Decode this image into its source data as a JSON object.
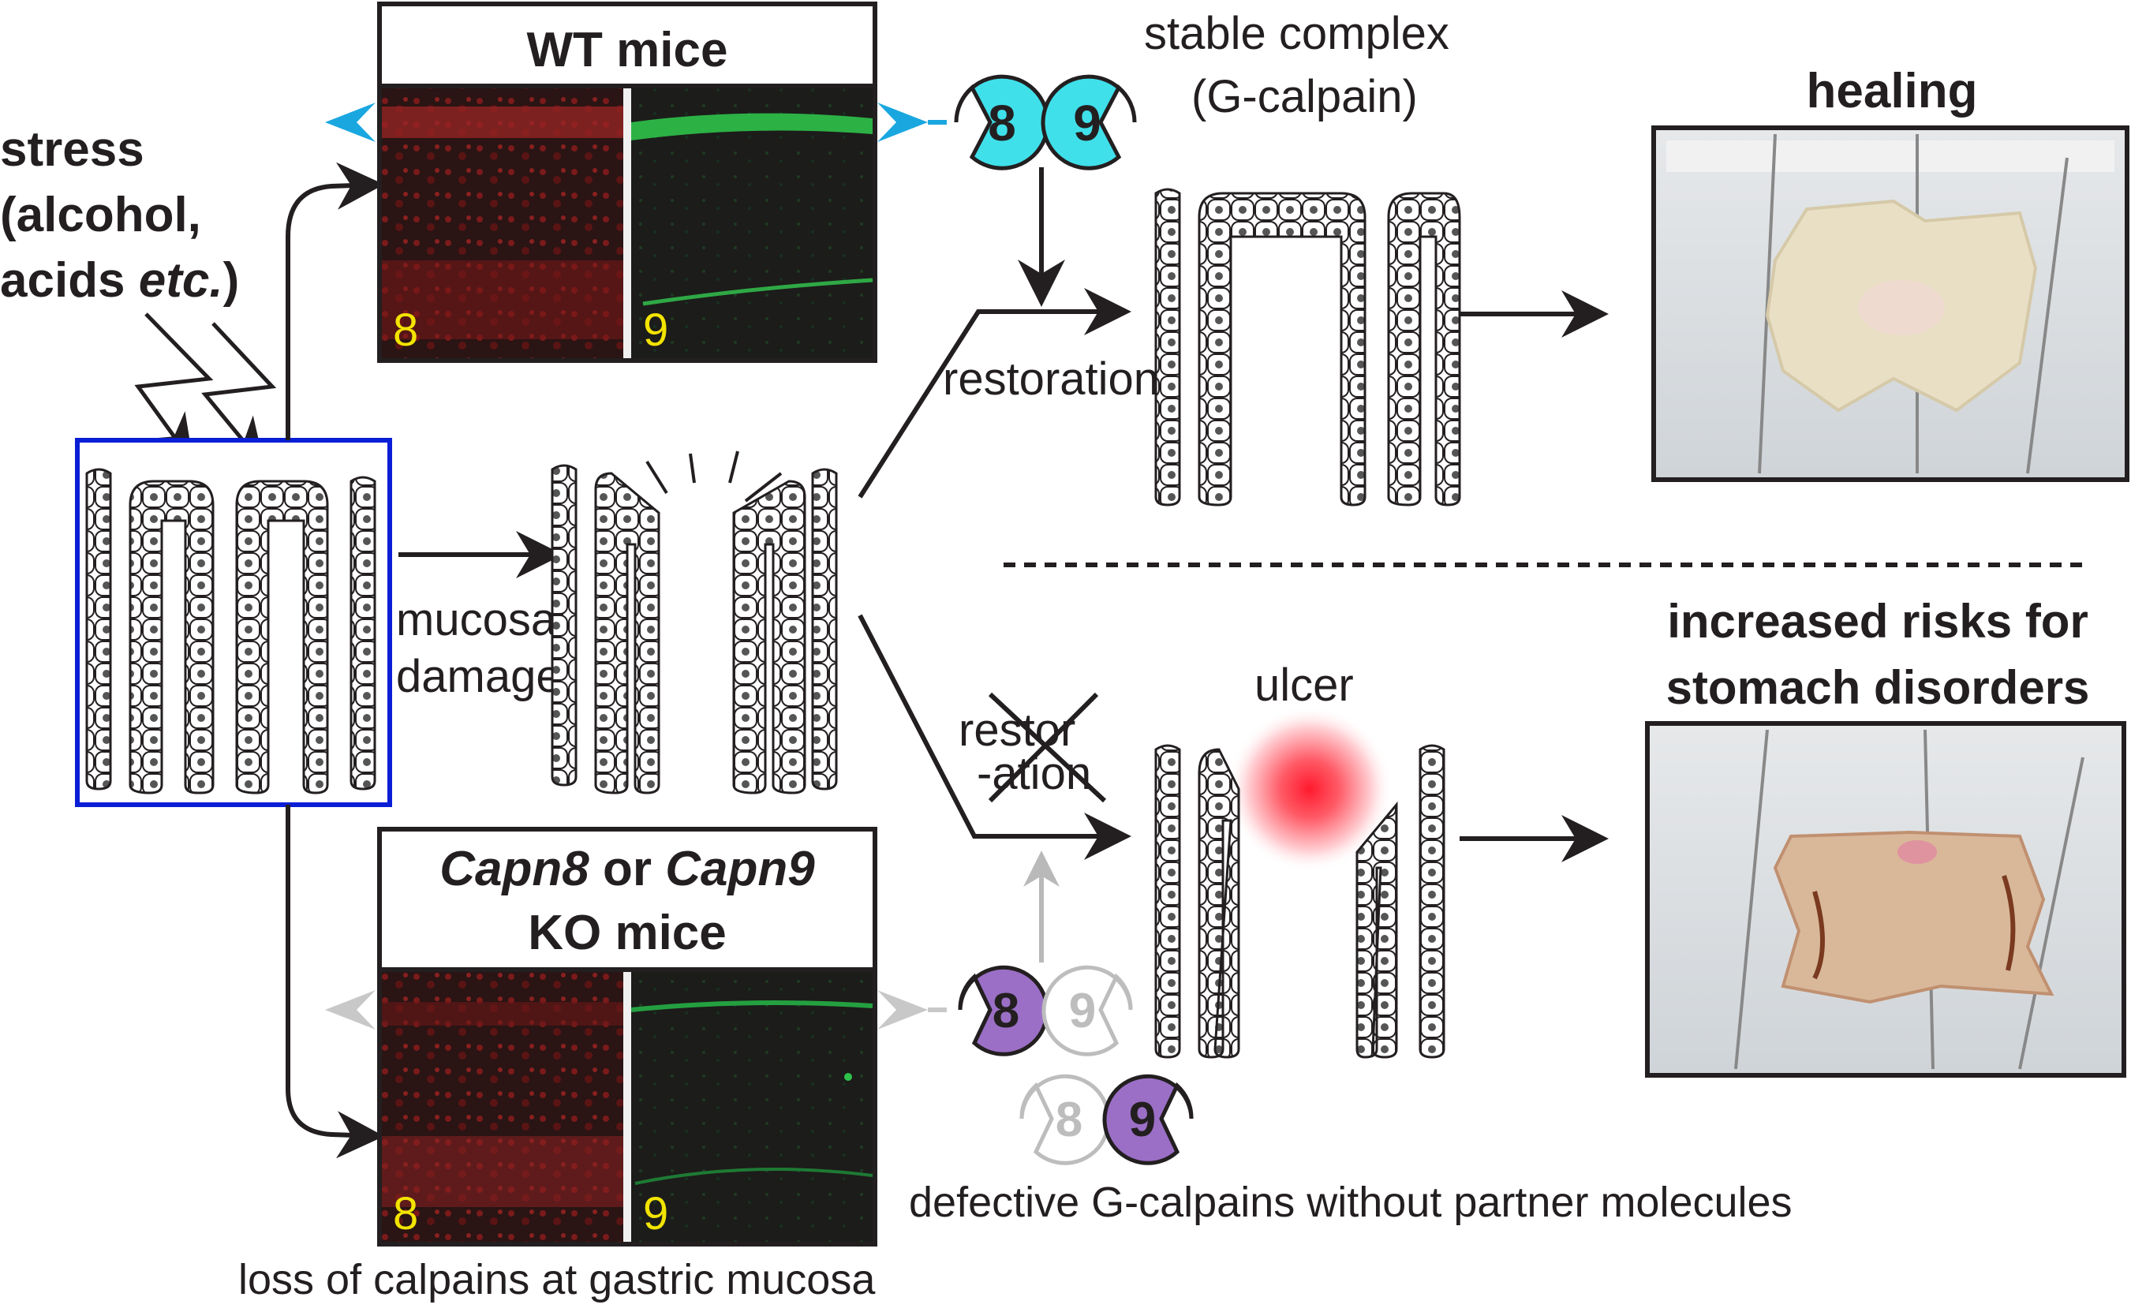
{
  "labels": {
    "stress": [
      "stress",
      "(alcohol,",
      "acids "
    ],
    "stress_etc": "etc.",
    "stress_paren": ")",
    "wt_title": "WT mice",
    "ko_title_gene1": "Capn8",
    "ko_title_or": " or ",
    "ko_title_gene2": "Capn9",
    "ko_title_line2": "KO mice",
    "panel_label_8": "8",
    "panel_label_9": "9",
    "stable_complex": [
      "stable complex",
      "(G-calpain)"
    ],
    "healing": "healing",
    "restoration": "restoration",
    "mucosal_damage": [
      "mucosal",
      "damage"
    ],
    "ulcer": "ulcer",
    "restoration_crossed": [
      "restor",
      "-ation"
    ],
    "increased_risks": [
      "increased risks for",
      "stomach disorders"
    ],
    "defective": "defective G-calpains without partner molecules",
    "loss": "loss of calpains at gastric mucosa",
    "calpain_8": "8",
    "calpain_9": "9"
  },
  "colors": {
    "ink": "#231f20",
    "stress_box": "#0a1ed6",
    "wt_arrowhead": "#1aa7e0",
    "ko_arrowhead": "#c8c8c8",
    "calpain_cyan": "#3fe0ea",
    "calpain_purple": "#9b6fc6",
    "calpain_ghost": "#bdbdbd",
    "red_stain": "#b02020",
    "green_stain": "#2fc24a",
    "label_yellow": "#f2e400",
    "ulcer_red": "#ff1a2e"
  }
}
